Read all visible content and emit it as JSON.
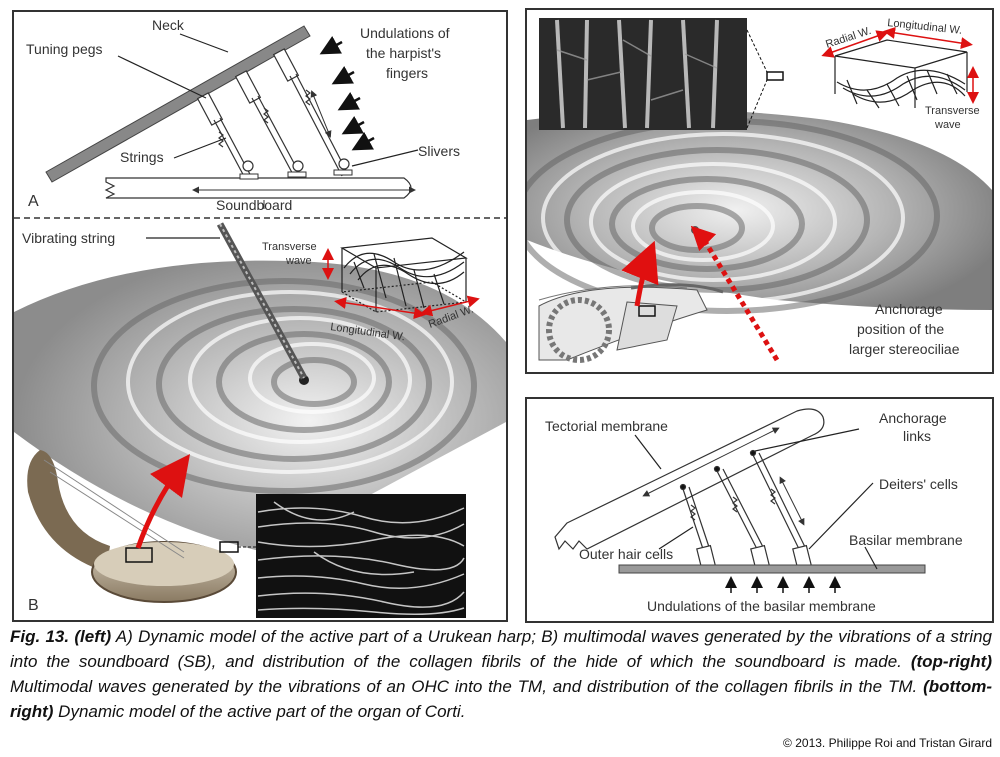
{
  "left_panel": {
    "panel_a_letter": "A",
    "panel_b_letter": "B",
    "labels": {
      "neck": "Neck",
      "tuning_pegs": "Tuning pegs",
      "undulations_line1": "Undulations of",
      "undulations_line2": "the harpist's",
      "undulations_line3": "fingers",
      "strings": "Strings",
      "slivers": "Slivers",
      "soundboard": "Soundboard",
      "vibrating_string": "Vibrating string",
      "transverse": "Transverse",
      "wave": "wave",
      "longitudinal": "Longitudinal W.",
      "radial": "Radial W."
    }
  },
  "top_right_panel": {
    "labels": {
      "radial": "Radial W.",
      "longitudinal": "Longitudinal W.",
      "transverse": "Transverse",
      "wave": "wave",
      "anchorage_line1": "Anchorage",
      "anchorage_line2": "position of the",
      "anchorage_line3": "larger stereociliae"
    }
  },
  "bottom_right_panel": {
    "labels": {
      "tectorial_membrane": "Tectorial membrane",
      "anchorage_links_line1": "Anchorage",
      "anchorage_links_line2": "links",
      "deiters_cells": "Deiters' cells",
      "outer_hair_cells": "Outer hair cells",
      "basilar_membrane": "Basilar membrane",
      "undulations_basilar": "Undulations of the basilar membrane"
    }
  },
  "caption": {
    "fig_label": "Fig. 13. (left)",
    "part1": " A) Dynamic model of the active part of a Urukean harp; B) multimodal waves generated by the vibrations of a string into the soundboard (SB), and distribution of the collagen fibrils of the hide of which the soundboard is made. ",
    "top_right_label": "(top-right)",
    "part2": " Multimodal waves generated by the vibrations of an OHC into the TM, and distribution of the collagen fibrils in the TM. ",
    "bottom_right_label": "(bottom-right)",
    "part3": " Dynamic model of the active part of the organ of Corti."
  },
  "copyright": "© 2013. Philippe Roi and Tristan Girard"
}
